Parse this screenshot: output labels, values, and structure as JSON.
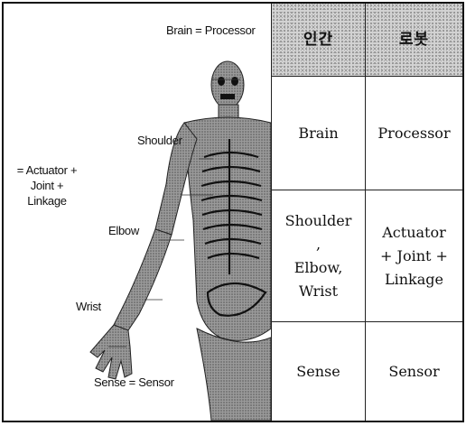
{
  "figure": {
    "labels": {
      "brain": "Brain = Processor",
      "shoulder": "Shoulder",
      "actuator": "= Actuator +\nJoint +\nLinkage",
      "elbow": "Elbow",
      "wrist": "Wrist",
      "sense": "Sense = Sensor"
    }
  },
  "table": {
    "headers": [
      "인간",
      "로봇"
    ],
    "rows": [
      {
        "human": [
          "Brain"
        ],
        "robot": [
          "Processor"
        ]
      },
      {
        "human": [
          "Shoulder",
          ",",
          "Elbow,",
          "Wrist"
        ],
        "robot": [
          "Actuator",
          "+ Joint +",
          "Linkage"
        ]
      },
      {
        "human": [
          "Sense"
        ],
        "robot": [
          "Sensor"
        ]
      }
    ]
  }
}
